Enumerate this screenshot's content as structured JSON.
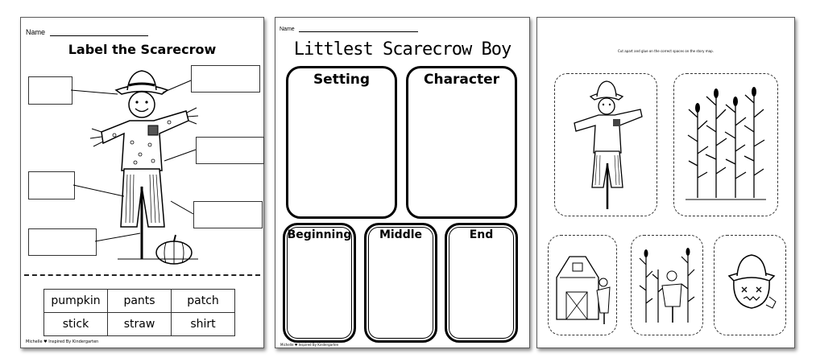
{
  "worksheet1": {
    "name_label": "Name",
    "title": "Label the Scarecrow",
    "word_bank": [
      [
        "pumpkin",
        "pants",
        "patch"
      ],
      [
        "stick",
        "straw",
        "shirt"
      ]
    ],
    "footer": "Michelle ♥ Inspired By Kindergarten"
  },
  "worksheet2": {
    "name_label": "Name",
    "title": "Littlest Scarecrow Boy",
    "boxes": {
      "setting": "Setting",
      "character": "Character",
      "beginning": "Beginning",
      "middle": "Middle",
      "end": "End"
    },
    "footer": "Michelle ♥ Inspired By Kindergarten"
  },
  "worksheet3": {
    "instruction": "Cut apart and glue on the correct spaces on the story map.",
    "cards": [
      {
        "icon": "scarecrow-icon"
      },
      {
        "icon": "cornfield-icon"
      },
      {
        "icon": "barn-icon"
      },
      {
        "icon": "corn-scarecrow-icon"
      },
      {
        "icon": "scarecrow-face-icon"
      }
    ]
  }
}
